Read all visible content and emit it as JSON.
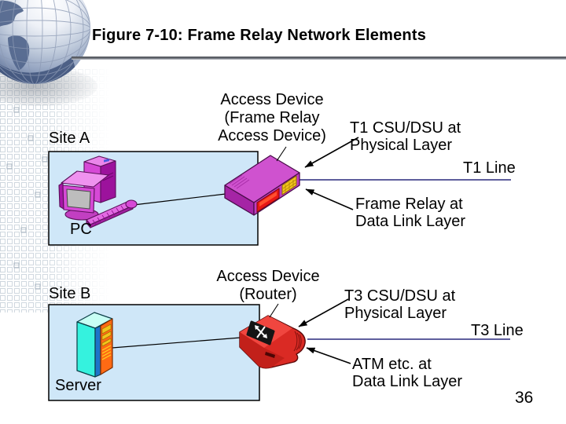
{
  "slide": {
    "title": "Figure 7-10: Frame Relay Network Elements",
    "page_number": "36"
  },
  "site_a": {
    "name": "Site A",
    "endpoint": "PC",
    "access_device": {
      "line1": "Access Device",
      "line2": "(Frame Relay",
      "line3": "Access Device)"
    },
    "physical": {
      "line1": "T1 CSU/DSU at",
      "line2": "Physical Layer"
    },
    "wan_line": "T1 Line",
    "data_link": {
      "line1": "Frame Relay at",
      "line2": "Data Link Layer"
    }
  },
  "site_b": {
    "name": "Site B",
    "endpoint": "Server",
    "access_device": {
      "line1": "Access Device",
      "line2": "(Router)"
    },
    "physical": {
      "line1": "T3 CSU/DSU at",
      "line2": "Physical Layer"
    },
    "wan_line": "T3 Line",
    "data_link": {
      "line1": "ATM etc. at",
      "line2": "Data Link Layer"
    }
  },
  "colors": {
    "site_box_fill": "#cfe7f8",
    "site_box_border": "#000000",
    "wan_line_color": "#29297d",
    "frad_magenta": "#c13cc1",
    "router_red": "#da2a24",
    "server_cyan": "#35f2de",
    "panel_yellow": "#f2c41c",
    "panel_red": "#e81616"
  }
}
